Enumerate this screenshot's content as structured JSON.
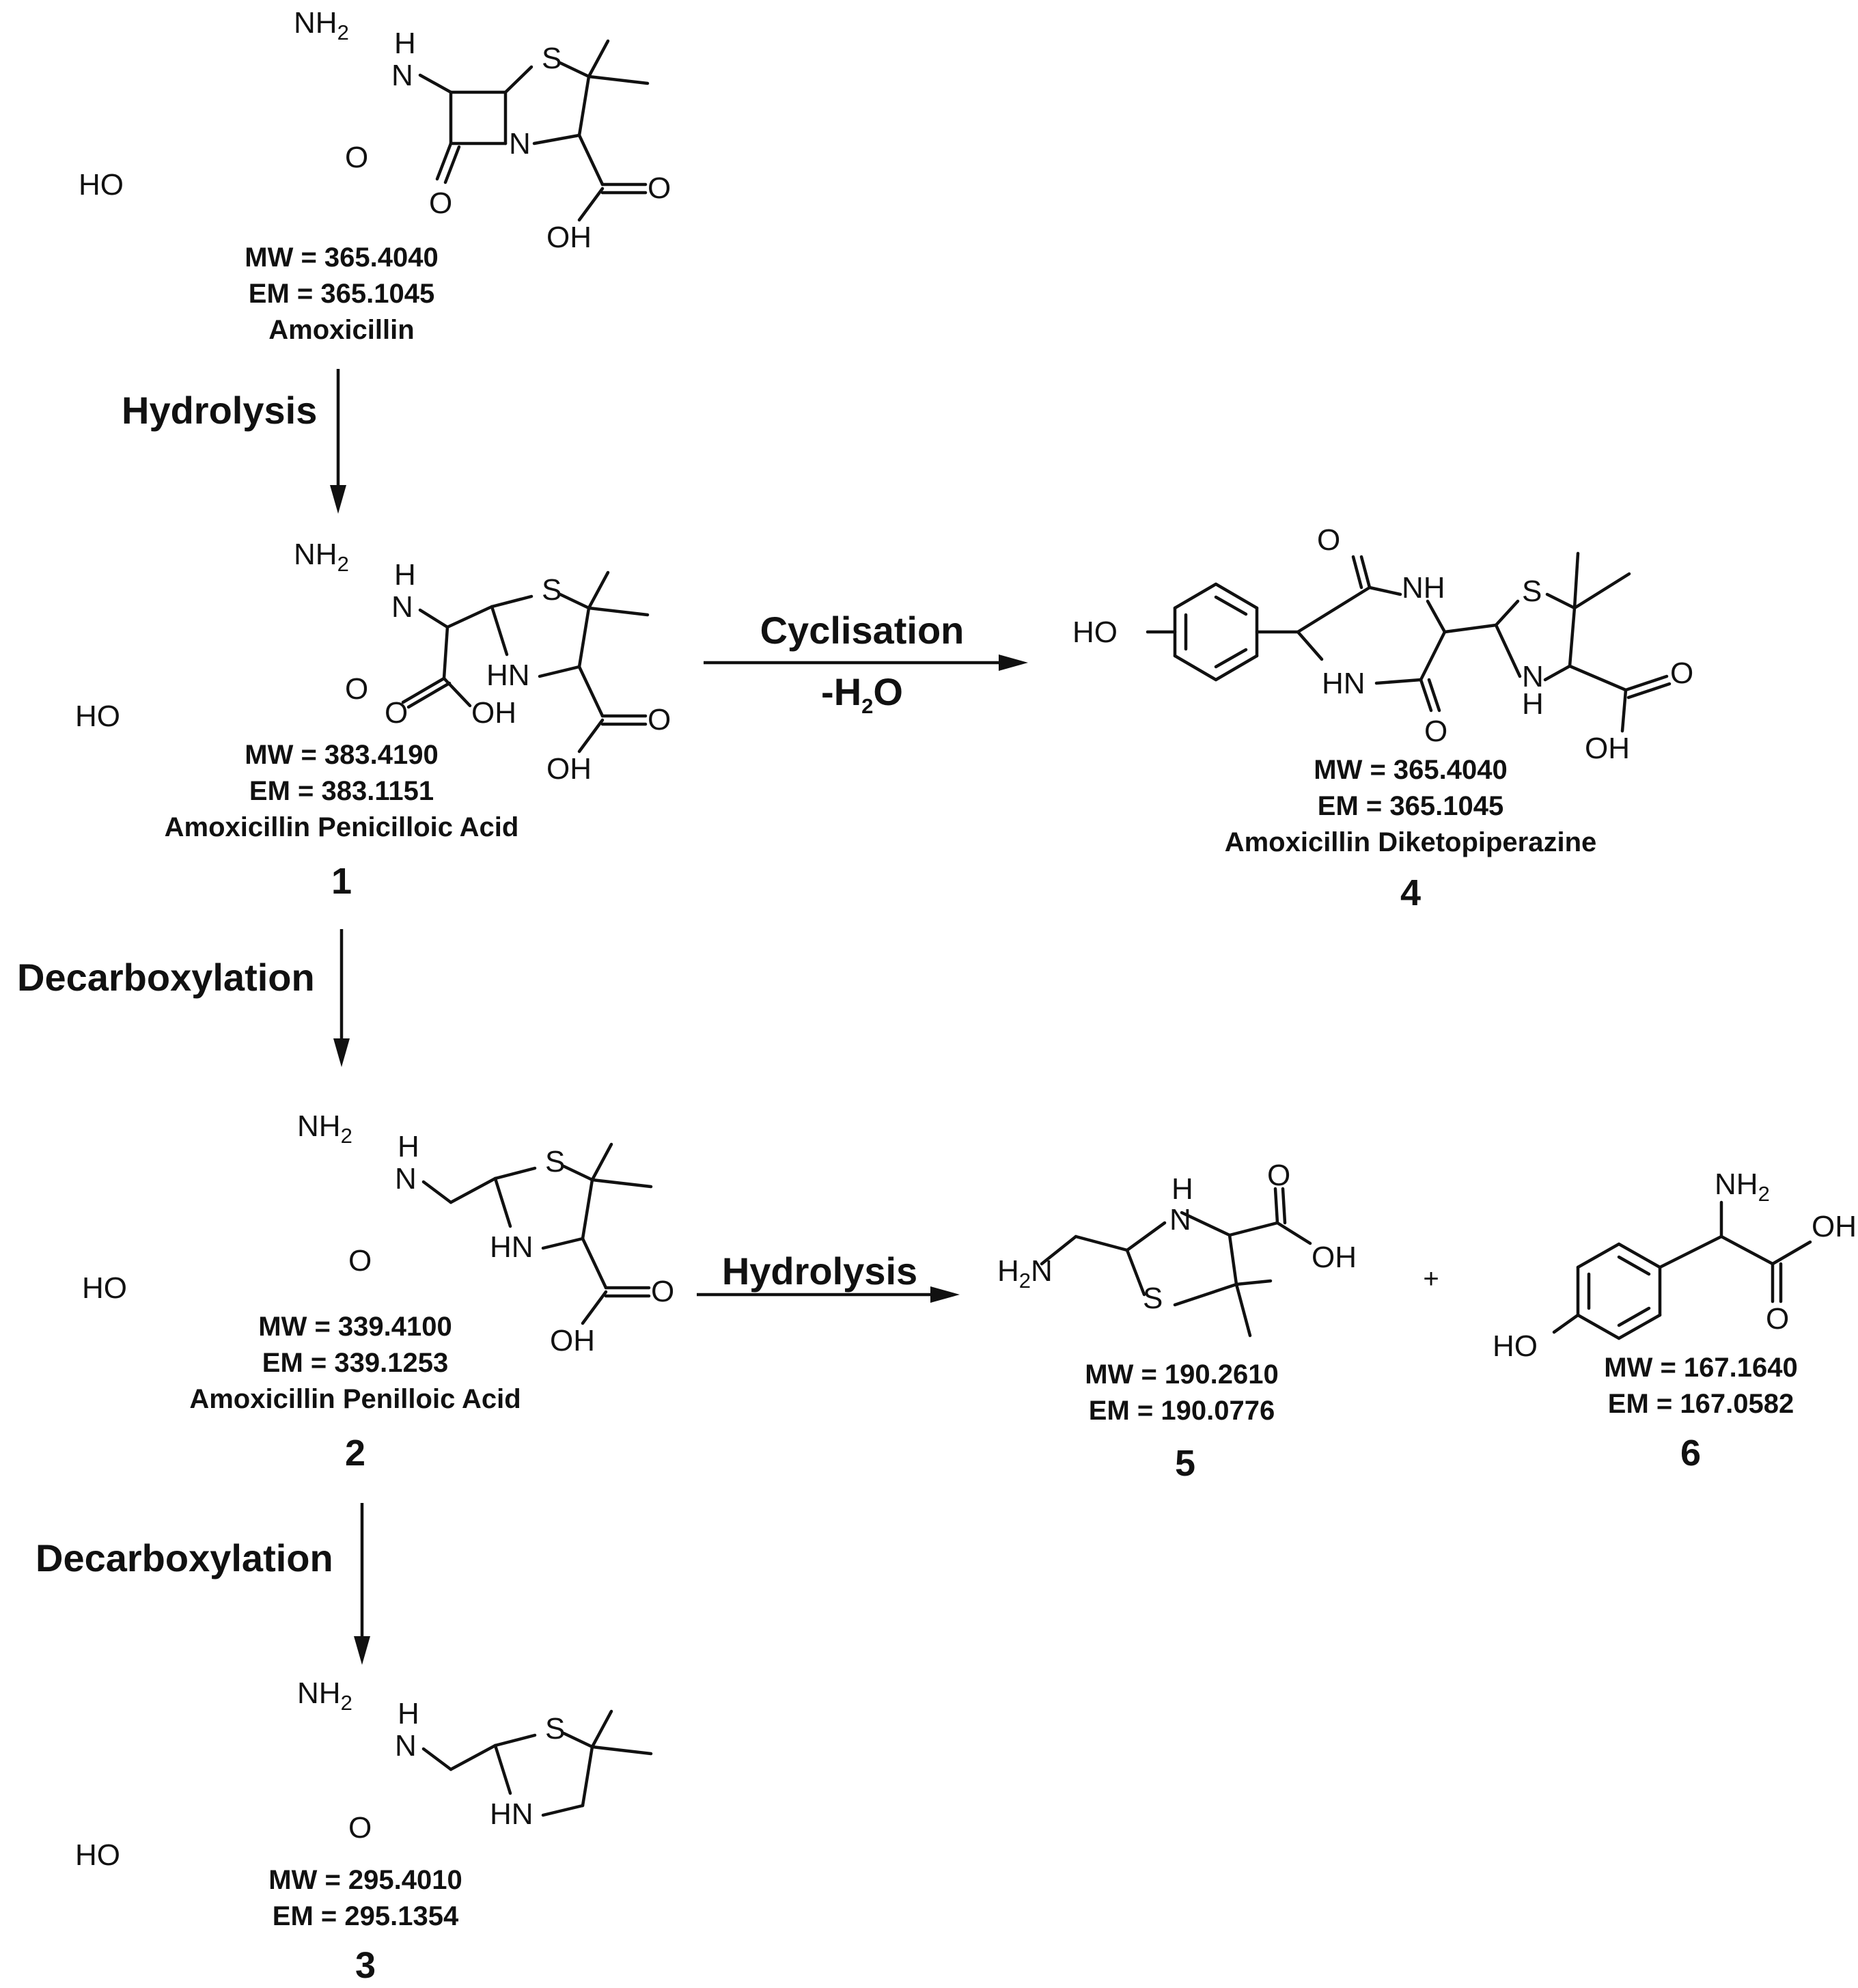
{
  "atoms": {
    "nh2": "NH2",
    "nh2_main": "NH",
    "sub2": "2",
    "h2n_main": "H",
    "h2n_tail": "N",
    "ho": "HO",
    "oh": "OH",
    "o": "O",
    "n": "N",
    "h": "H",
    "s": "S",
    "hn": "HN",
    "nh": "NH"
  },
  "compounds": [
    {
      "id": "amoxicillin",
      "mw": "MW = 365.4040",
      "em": "EM = 365.1045",
      "name": "Amoxicillin",
      "number": ""
    },
    {
      "id": "c1",
      "mw": "MW = 383.4190",
      "em": "EM = 383.1151",
      "name": "Amoxicillin Penicilloic Acid",
      "number": "1"
    },
    {
      "id": "c2",
      "mw": "MW = 339.4100",
      "em": "EM = 339.1253",
      "name": "Amoxicillin Penilloic Acid",
      "number": "2"
    },
    {
      "id": "c3",
      "mw": "MW = 295.4010",
      "em": "EM = 295.1354",
      "name": "",
      "number": "3"
    },
    {
      "id": "c4",
      "mw": "MW = 365.4040",
      "em": "EM = 365.1045",
      "name": "Amoxicillin Diketopiperazine",
      "number": "4"
    },
    {
      "id": "c5",
      "mw": "MW = 190.2610",
      "em": "EM = 190.0776",
      "name": "",
      "number": "5"
    },
    {
      "id": "c6",
      "mw": "MW = 167.1640",
      "em": "EM = 167.0582",
      "name": "",
      "number": "6"
    }
  ],
  "reactions": {
    "hydrolysis_1": "Hydrolysis",
    "cyclisation": "Cyclisation",
    "minus_water_main": "-H",
    "minus_water_sub": "2",
    "minus_water_tail": "O",
    "decarboxylation_1": "Decarboxylation",
    "hydrolysis_2": "Hydrolysis",
    "decarboxylation_2": "Decarboxylation",
    "plus": "+"
  }
}
